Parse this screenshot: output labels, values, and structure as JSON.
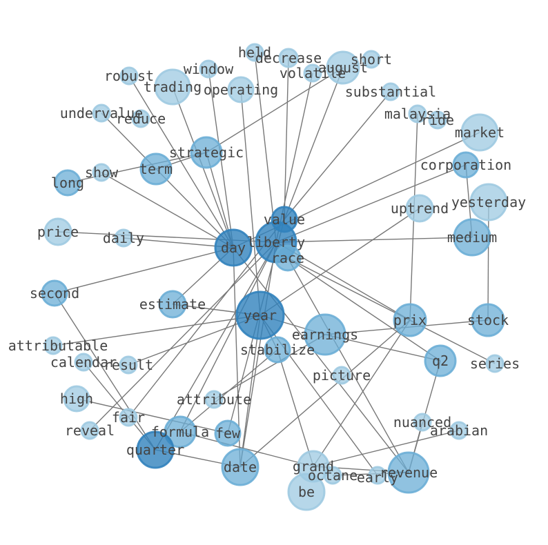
{
  "graph": {
    "colors": {
      "light": "#9ecae1",
      "mid": "#6baed6",
      "dark": "#3182bd",
      "edge": "#777777",
      "text": "#444444"
    },
    "nodes": [
      {
        "id": "held",
        "label": "held",
        "tone": "light"
      },
      {
        "id": "decrease",
        "label": "decrease",
        "tone": "light"
      },
      {
        "id": "august",
        "label": "august",
        "tone": "light"
      },
      {
        "id": "short",
        "label": "short",
        "tone": "light"
      },
      {
        "id": "robust",
        "label": "robust",
        "tone": "light"
      },
      {
        "id": "window",
        "label": "window",
        "tone": "light"
      },
      {
        "id": "volatile",
        "label": "volatile",
        "tone": "light"
      },
      {
        "id": "trading",
        "label": "trading",
        "tone": "light"
      },
      {
        "id": "operating",
        "label": "operating",
        "tone": "light"
      },
      {
        "id": "substantial",
        "label": "substantial",
        "tone": "light"
      },
      {
        "id": "undervalue",
        "label": "undervalue",
        "tone": "light"
      },
      {
        "id": "reduce",
        "label": "reduce",
        "tone": "light"
      },
      {
        "id": "malaysia",
        "label": "malaysia",
        "tone": "light"
      },
      {
        "id": "ride",
        "label": "ride",
        "tone": "light"
      },
      {
        "id": "market",
        "label": "market",
        "tone": "light"
      },
      {
        "id": "strategic",
        "label": "strategic",
        "tone": "mid"
      },
      {
        "id": "term",
        "label": "term",
        "tone": "mid"
      },
      {
        "id": "show",
        "label": "show",
        "tone": "light"
      },
      {
        "id": "long",
        "label": "long",
        "tone": "mid"
      },
      {
        "id": "corporation",
        "label": "corporation",
        "tone": "mid"
      },
      {
        "id": "yesterday",
        "label": "yesterday",
        "tone": "light"
      },
      {
        "id": "uptrend",
        "label": "uptrend",
        "tone": "light"
      },
      {
        "id": "value",
        "label": "value",
        "tone": "dark"
      },
      {
        "id": "price",
        "label": "price",
        "tone": "light"
      },
      {
        "id": "daily",
        "label": "daily",
        "tone": "light"
      },
      {
        "id": "day",
        "label": "day",
        "tone": "dark"
      },
      {
        "id": "liberty",
        "label": "liberty",
        "tone": "dark"
      },
      {
        "id": "race",
        "label": "race",
        "tone": "mid"
      },
      {
        "id": "medium",
        "label": "medium",
        "tone": "mid"
      },
      {
        "id": "second",
        "label": "second",
        "tone": "mid"
      },
      {
        "id": "estimate",
        "label": "estimate",
        "tone": "mid"
      },
      {
        "id": "year",
        "label": "year",
        "tone": "dark"
      },
      {
        "id": "prix",
        "label": "prix",
        "tone": "mid"
      },
      {
        "id": "stock",
        "label": "stock",
        "tone": "mid"
      },
      {
        "id": "attributable",
        "label": "attributable",
        "tone": "light"
      },
      {
        "id": "earnings",
        "label": "earnings",
        "tone": "mid"
      },
      {
        "id": "stabilize",
        "label": "stabilize",
        "tone": "mid"
      },
      {
        "id": "q2",
        "label": "q2",
        "tone": "mid"
      },
      {
        "id": "series",
        "label": "series",
        "tone": "light"
      },
      {
        "id": "calendar",
        "label": "calendar",
        "tone": "light"
      },
      {
        "id": "result",
        "label": "result",
        "tone": "light"
      },
      {
        "id": "picture",
        "label": "picture",
        "tone": "light"
      },
      {
        "id": "high",
        "label": "high",
        "tone": "light"
      },
      {
        "id": "attribute",
        "label": "attribute",
        "tone": "light"
      },
      {
        "id": "fair",
        "label": "fair",
        "tone": "light"
      },
      {
        "id": "nuanced",
        "label": "nuanced",
        "tone": "light"
      },
      {
        "id": "reveal",
        "label": "reveal",
        "tone": "light"
      },
      {
        "id": "formula",
        "label": "formula",
        "tone": "mid"
      },
      {
        "id": "few",
        "label": "few",
        "tone": "mid"
      },
      {
        "id": "arabian",
        "label": "arabian",
        "tone": "light"
      },
      {
        "id": "quarter",
        "label": "quarter",
        "tone": "dark"
      },
      {
        "id": "date",
        "label": "date",
        "tone": "mid"
      },
      {
        "id": "grand",
        "label": "grand",
        "tone": "light"
      },
      {
        "id": "octane",
        "label": "octane",
        "tone": "light"
      },
      {
        "id": "early",
        "label": "early",
        "tone": "light"
      },
      {
        "id": "revenue",
        "label": "revenue",
        "tone": "mid"
      },
      {
        "id": "be",
        "label": "be",
        "tone": "light"
      }
    ],
    "edges": [
      [
        "day",
        "robust"
      ],
      [
        "day",
        "trading"
      ],
      [
        "day",
        "window"
      ],
      [
        "day",
        "strategic"
      ],
      [
        "day",
        "show"
      ],
      [
        "day",
        "daily"
      ],
      [
        "day",
        "second"
      ],
      [
        "day",
        "estimate"
      ],
      [
        "day",
        "revenue"
      ],
      [
        "day",
        "undervalue"
      ],
      [
        "day",
        "market"
      ],
      [
        "day",
        "date"
      ],
      [
        "liberty",
        "held"
      ],
      [
        "liberty",
        "volatile"
      ],
      [
        "liberty",
        "medium"
      ],
      [
        "liberty",
        "corporation"
      ],
      [
        "liberty",
        "price"
      ],
      [
        "liberty",
        "prix"
      ],
      [
        "liberty",
        "formula"
      ],
      [
        "liberty",
        "date"
      ],
      [
        "liberty",
        "reveal"
      ],
      [
        "value",
        "decrease"
      ],
      [
        "value",
        "august"
      ],
      [
        "value",
        "substantial"
      ],
      [
        "value",
        "fair"
      ],
      [
        "value",
        "few"
      ],
      [
        "race",
        "series"
      ],
      [
        "race",
        "q2"
      ],
      [
        "race",
        "revenue"
      ],
      [
        "strategic",
        "august"
      ],
      [
        "strategic",
        "long"
      ],
      [
        "strategic",
        "term"
      ],
      [
        "year",
        "operating"
      ],
      [
        "year",
        "earnings"
      ],
      [
        "year",
        "estimate"
      ],
      [
        "year",
        "uptrend"
      ],
      [
        "year",
        "attributable"
      ],
      [
        "year",
        "result"
      ],
      [
        "year",
        "date"
      ],
      [
        "year",
        "early"
      ],
      [
        "year",
        "stabilize"
      ],
      [
        "earnings",
        "stock"
      ],
      [
        "earnings",
        "q2"
      ],
      [
        "earnings",
        "attribute"
      ],
      [
        "prix",
        "malaysia"
      ],
      [
        "prix",
        "grand"
      ],
      [
        "prix",
        "date"
      ],
      [
        "medium",
        "corporation"
      ],
      [
        "stock",
        "yesterday"
      ],
      [
        "q2",
        "revenue"
      ],
      [
        "revenue",
        "nuanced"
      ],
      [
        "revenue",
        "grand"
      ],
      [
        "revenue",
        "octane"
      ],
      [
        "grand",
        "arabian"
      ],
      [
        "grand",
        "formula"
      ],
      [
        "stabilize",
        "grand"
      ],
      [
        "second",
        "quarter"
      ],
      [
        "quarter",
        "date"
      ],
      [
        "quarter",
        "liberty"
      ],
      [
        "calendar",
        "quarter"
      ],
      [
        "high",
        "few"
      ],
      [
        "formula",
        "stabilize"
      ]
    ]
  }
}
